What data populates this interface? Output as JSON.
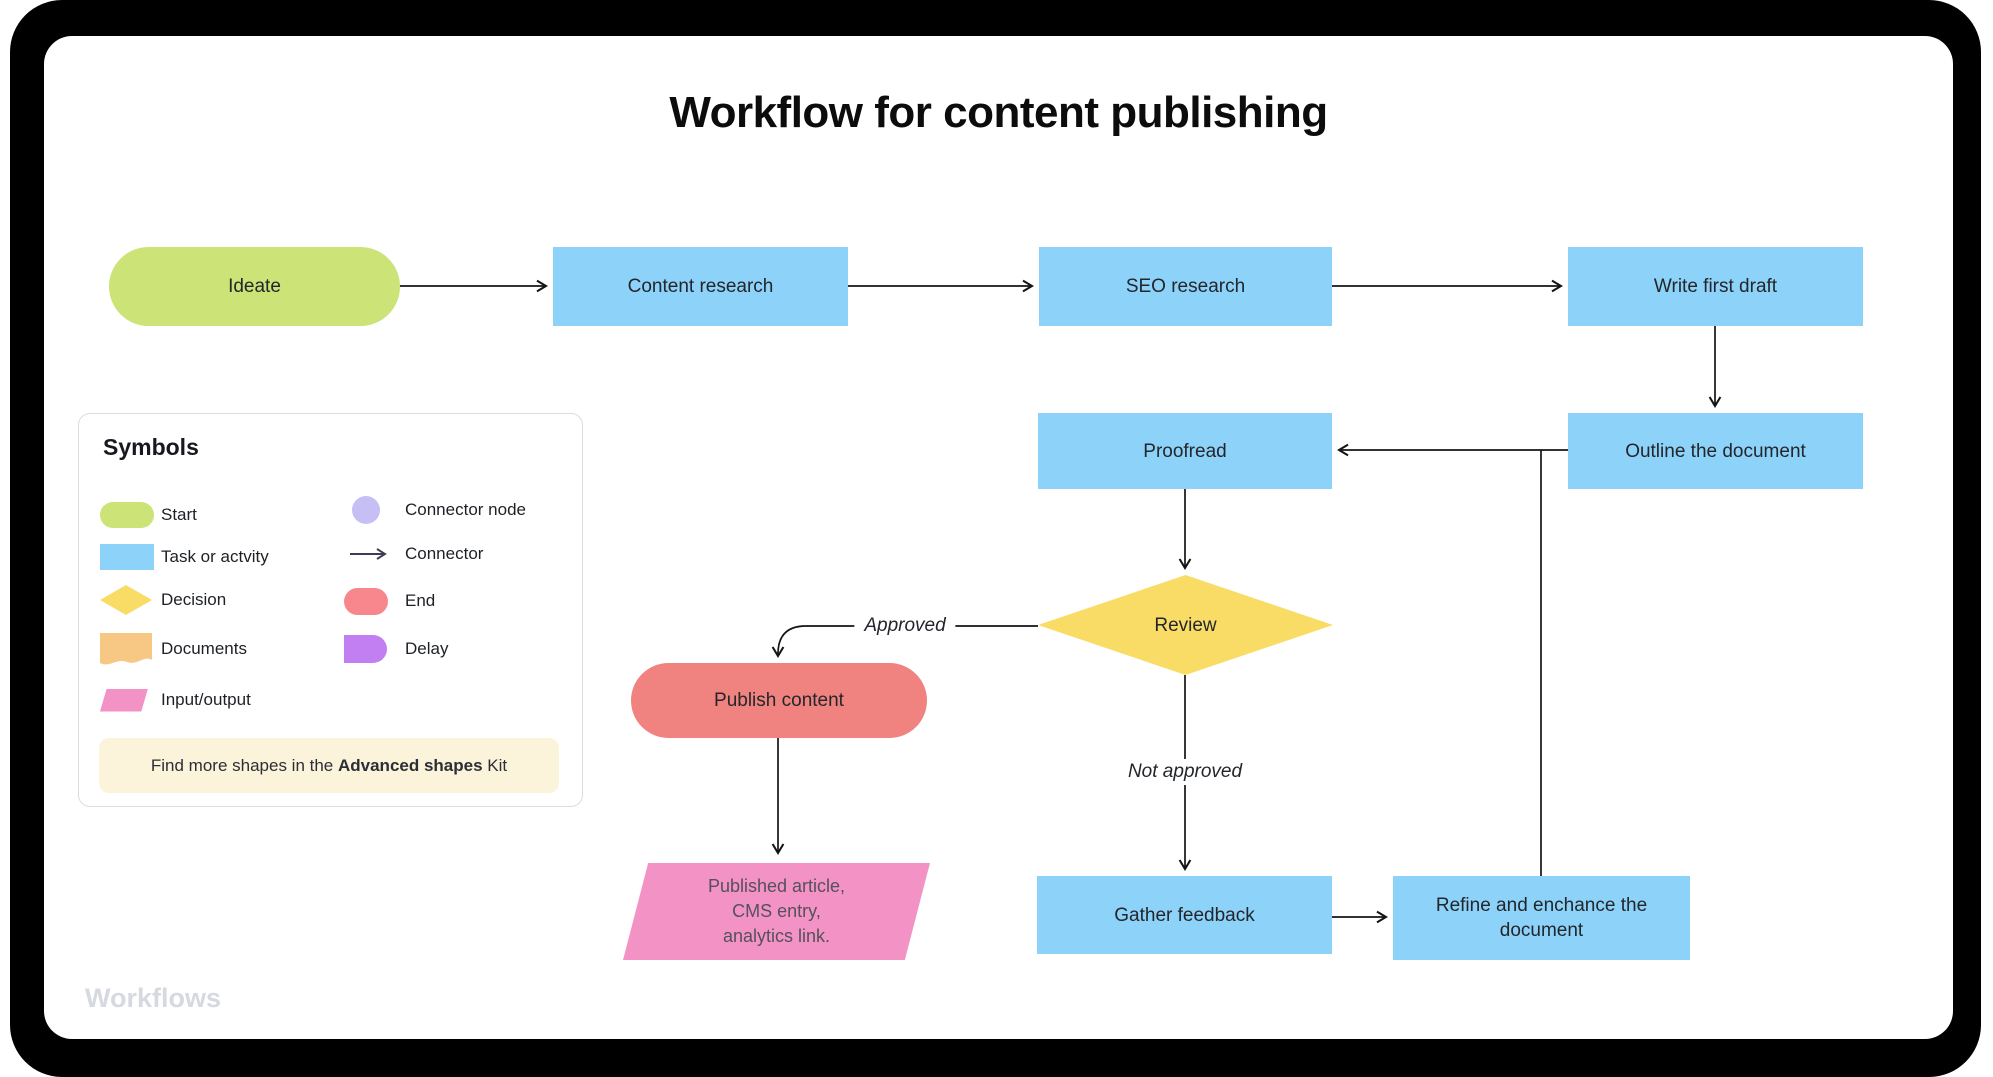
{
  "title": "Workflow for content publishing",
  "watermark": "Workflows",
  "colors": {
    "green": "#CBE377",
    "blue": "#8DD2F9",
    "yellow": "#F9DC65",
    "orange": "#F7C884",
    "pink": "#F393C5",
    "lavender": "#C6BFF5",
    "end": "#F8868D",
    "delay": "#C27FF2",
    "publish": "#F0837F",
    "line": "#141414"
  },
  "flow": {
    "ideate": "Ideate",
    "content_research": "Content research",
    "seo_research": "SEO research",
    "write_first_draft": "Write first draft",
    "outline_document": "Outline the document",
    "proofread": "Proofread",
    "review": "Review",
    "publish_content": "Publish content",
    "gather_feedback": "Gather feedback",
    "refine_document": "Refine and enchance the document",
    "published_output_lines": [
      "Published article,",
      "CMS entry,",
      "analytics link."
    ],
    "labels": {
      "approved": "Approved",
      "not_approved": "Not approved"
    }
  },
  "legend": {
    "title": "Symbols",
    "items_left": [
      {
        "icon": "start-pill",
        "label": "Start"
      },
      {
        "icon": "task-rect",
        "label": "Task or actvity"
      },
      {
        "icon": "decision-diamond",
        "label": "Decision"
      },
      {
        "icon": "documents-shape",
        "label": "Documents"
      },
      {
        "icon": "input-output-parallelogram",
        "label": "Input/output"
      }
    ],
    "items_right": [
      {
        "icon": "connector-node-circle",
        "label": "Connector node"
      },
      {
        "icon": "connector-arrow",
        "label": "Connector"
      },
      {
        "icon": "end-pill",
        "label": "End"
      },
      {
        "icon": "delay-shape",
        "label": "Delay"
      }
    ],
    "footer": {
      "prefix": "Find more shapes in the ",
      "bold": "Advanced shapes",
      "suffix": " Kit"
    }
  }
}
